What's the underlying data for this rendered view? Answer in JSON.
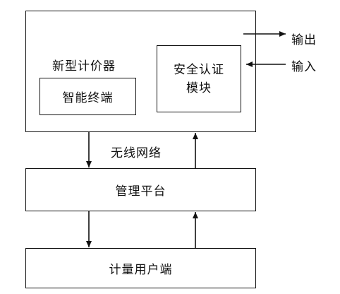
{
  "diagram": {
    "meter": {
      "title": "新型计价器"
    },
    "smart_terminal": {
      "label": "智能终端"
    },
    "security_module": {
      "line1": "安全认证",
      "line2": "模块"
    },
    "output": {
      "label": "输出"
    },
    "input": {
      "label": "输入"
    },
    "network": {
      "label": "无线网络"
    },
    "platform": {
      "label": "管理平台"
    },
    "user_end": {
      "label": "计量用户端"
    }
  }
}
